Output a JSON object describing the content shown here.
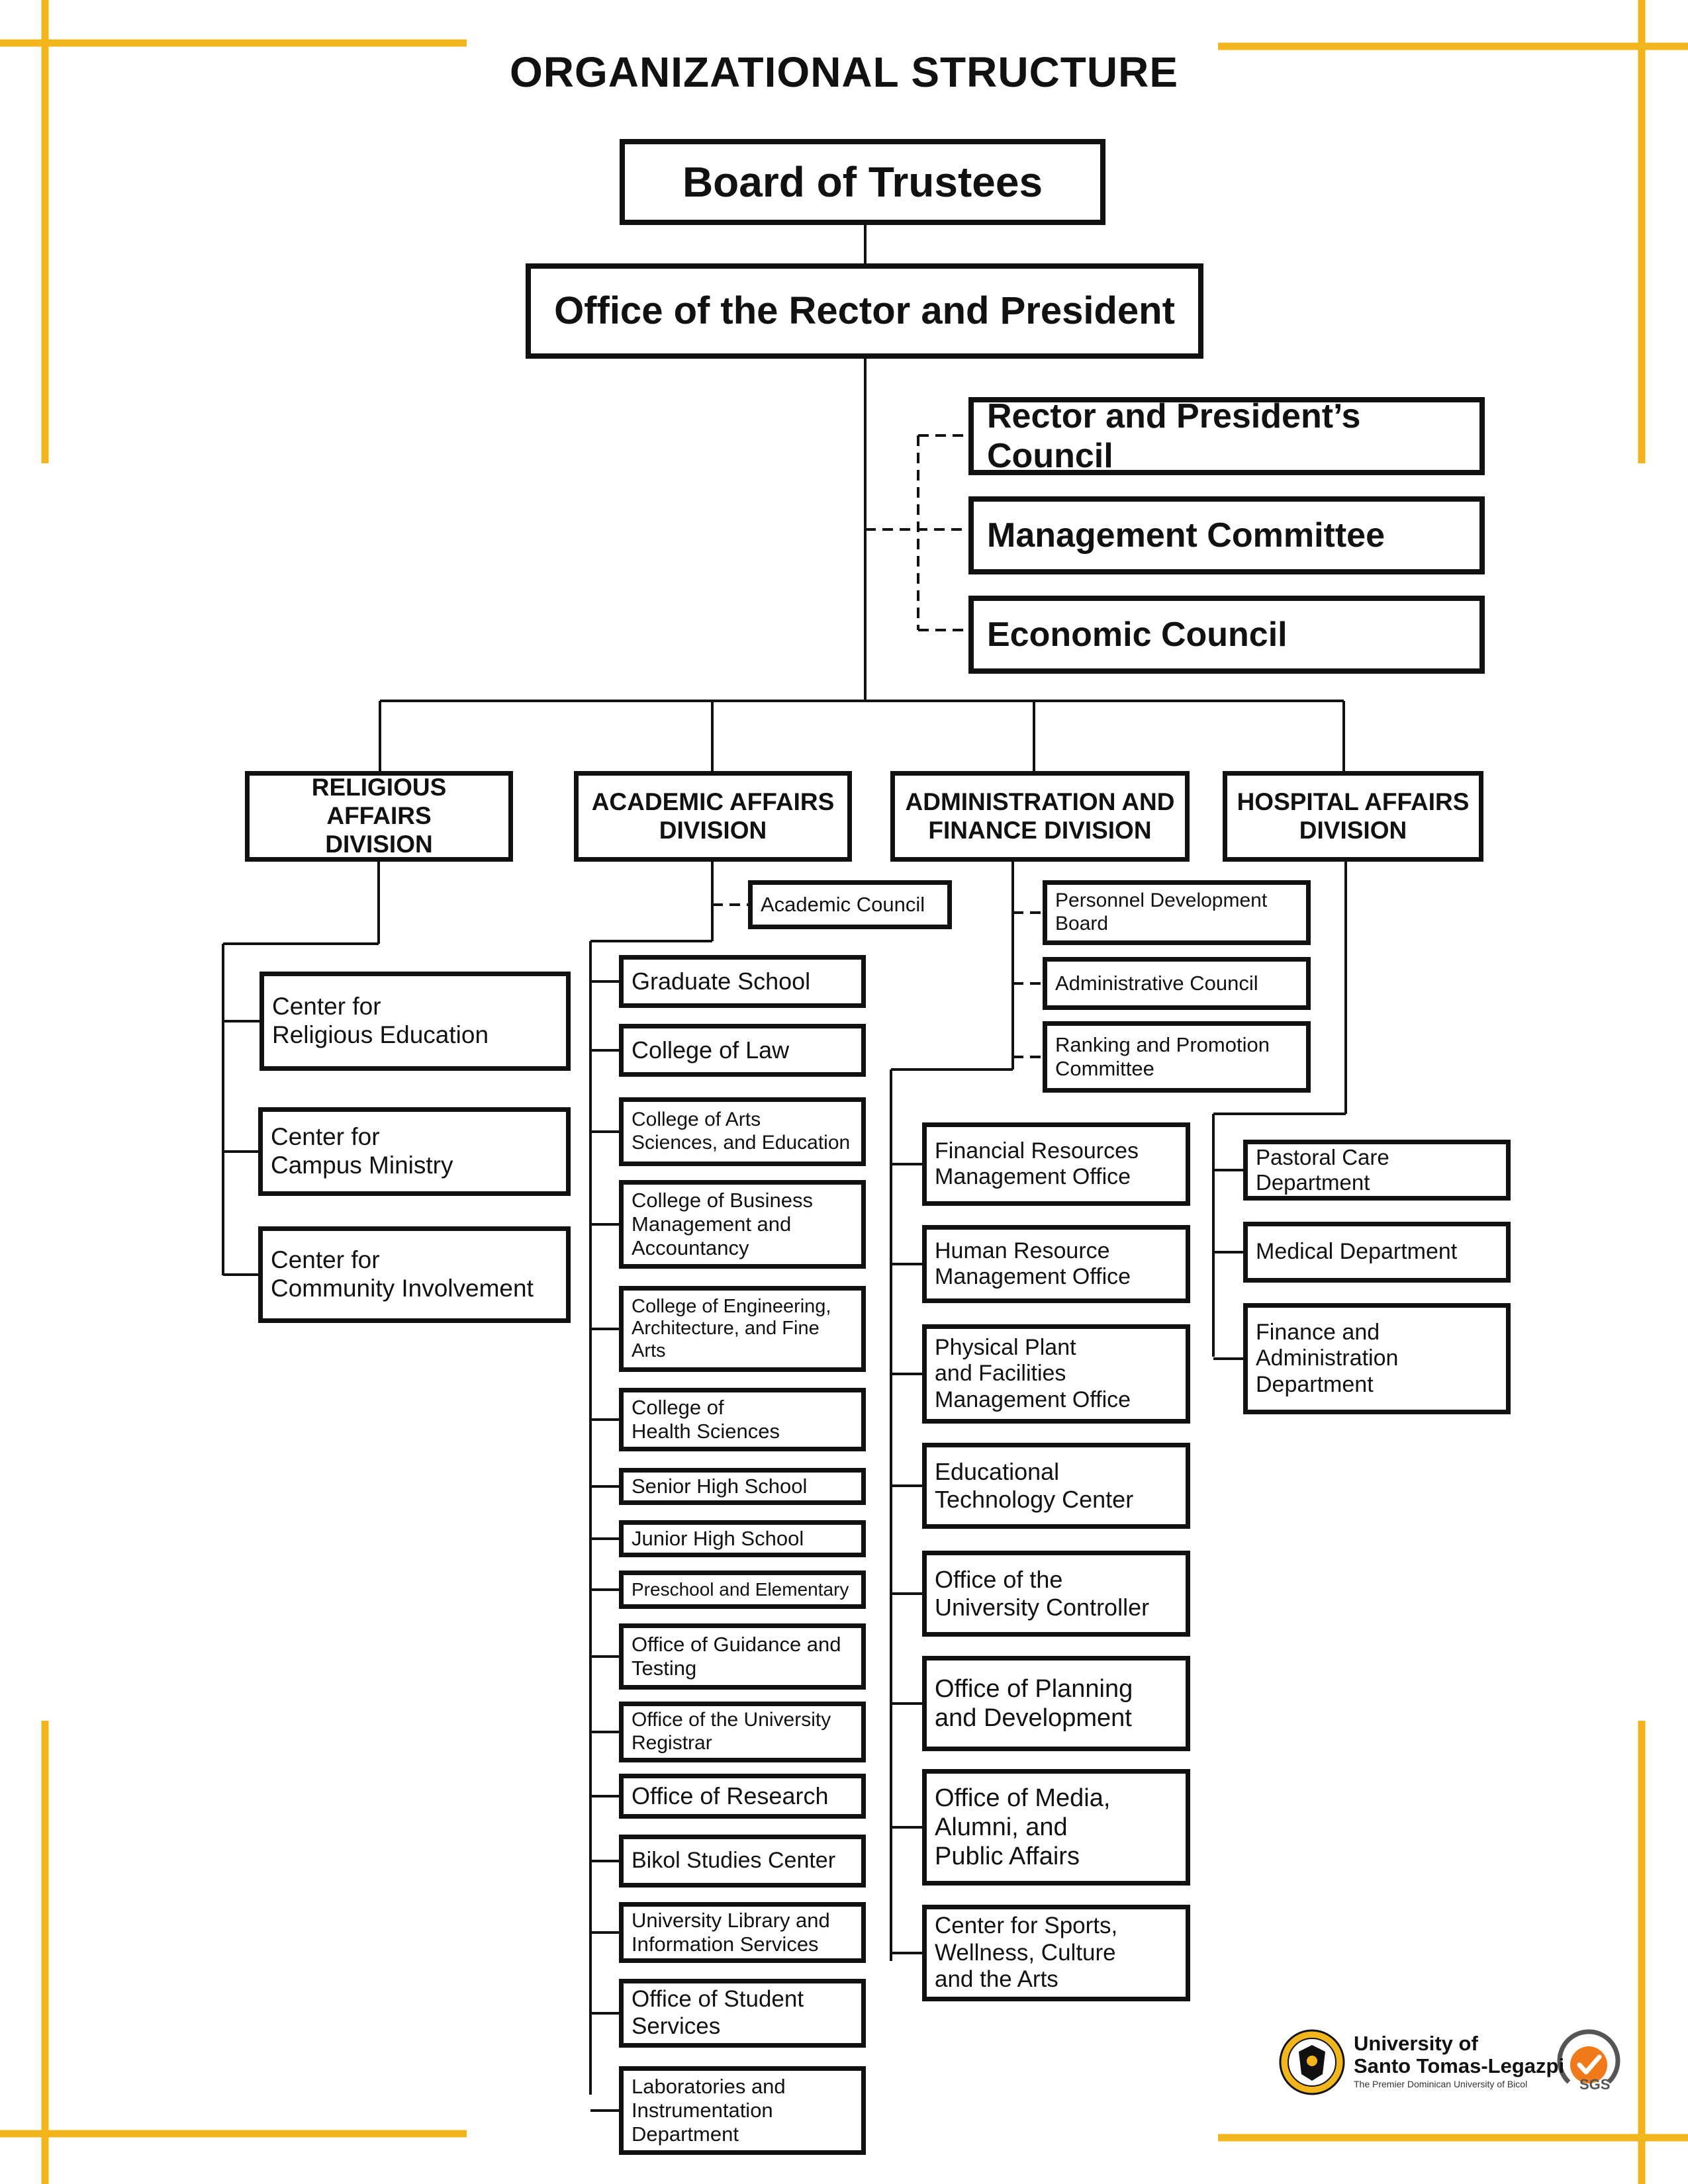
{
  "title": "ORGANIZATIONAL STRUCTURE",
  "colors": {
    "frame": "#f2b51c",
    "line": "#111111",
    "seal": "#f2b51c",
    "sgs": "#f07a1a"
  },
  "top": {
    "board": "Board of Trustees",
    "rector": "Office of the Rector and President"
  },
  "councils": [
    "Rector and President’s Council",
    "Management Committee",
    "Economic Council"
  ],
  "divisions": {
    "religious": "RELIGIOUS AFFAIRS\nDIVISION",
    "academic": "ACADEMIC AFFAIRS\nDIVISION",
    "admin": "ADMINISTRATION AND\nFINANCE DIVISION",
    "hospital": "HOSPITAL AFFAIRS\nDIVISION"
  },
  "religious_units": [
    "Center for\nReligious Education",
    "Center for\nCampus Ministry",
    "Center for\nCommunity Involvement"
  ],
  "academic_council": "Academic Council",
  "academic_units": [
    "Graduate School",
    "College of Law",
    "College of Arts\nSciences, and Education",
    "College of Business\nManagement and\nAccountancy",
    "College of Engineering,\nArchitecture, and Fine\nArts",
    "College of\nHealth Sciences",
    "Senior High School",
    "Junior High School",
    "Preschool and Elementary",
    "Office of Guidance and\nTesting",
    "Office of the University\nRegistrar",
    "Office of Research",
    "Bikol Studies Center",
    "University Library and\nInformation Services",
    "Office of Student\nServices",
    "Laboratories and\nInstrumentation\nDepartment"
  ],
  "admin_councils": [
    "Personnel Development\nBoard",
    "Administrative Council",
    "Ranking and Promotion\nCommittee"
  ],
  "admin_units": [
    "Financial Resources\nManagement Office",
    "Human Resource\nManagement Office",
    "Physical Plant\nand Facilities\nManagement Office",
    "Educational\nTechnology Center",
    "Office of the\nUniversity Controller",
    "Office of Planning\nand Development",
    "Office of Media,\nAlumni, and\nPublic Affairs",
    "Center for Sports,\nWellness, Culture\nand the Arts"
  ],
  "hospital_units": [
    "Pastoral Care Department",
    "Medical Department",
    "Finance and\nAdministration\nDepartment"
  ],
  "logo": {
    "name_line1": "University of",
    "name_line2": "Santo Tomas-Legazpi",
    "tagline": "The Premier Dominican University of Bicol",
    "cert": "SGS",
    "icon": "university-seal-icon",
    "cert_icon": "sgs-check-icon"
  }
}
